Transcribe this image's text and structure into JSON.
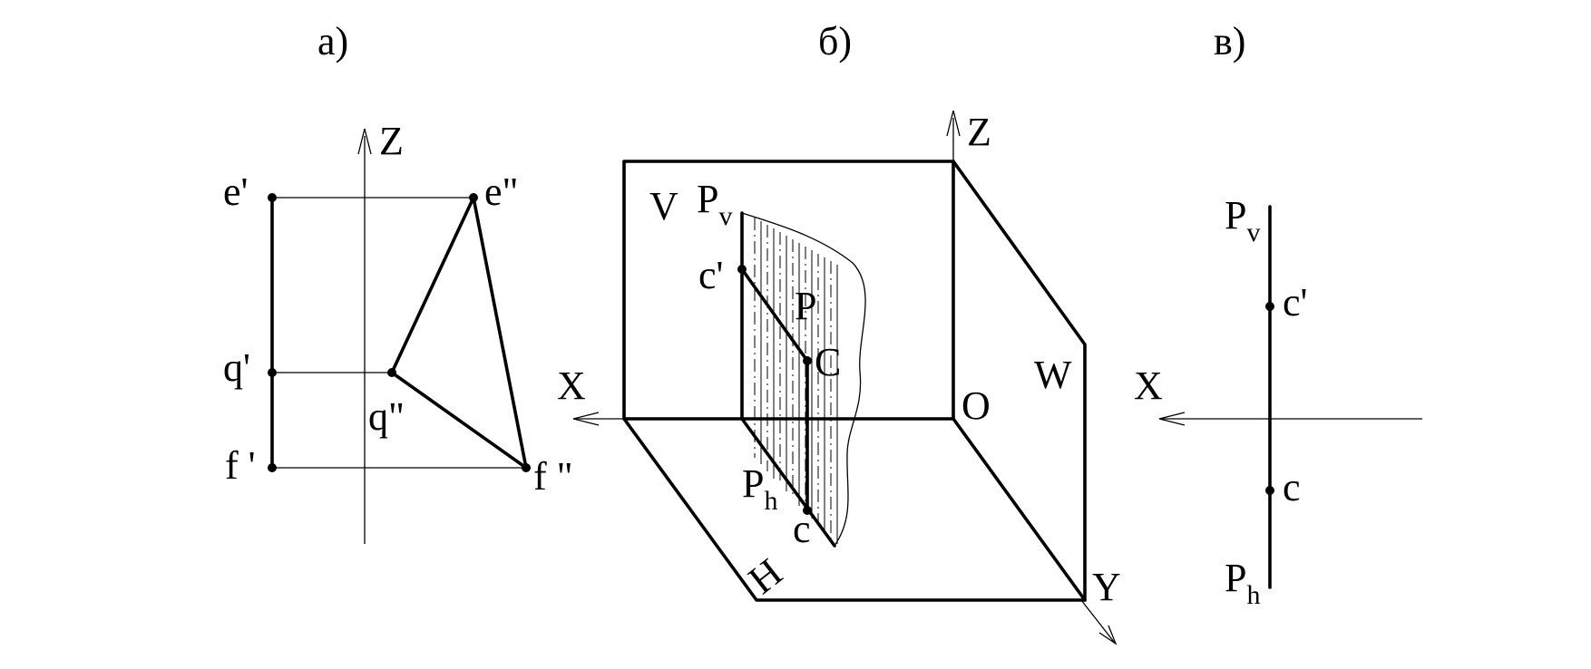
{
  "panels": {
    "a": {
      "caption": "а)",
      "axis_z": "Z",
      "pt_e1": "e'",
      "pt_e2": "e\"",
      "pt_q1": "q'",
      "pt_q2": "q\"",
      "pt_f1": "f '",
      "pt_f2": "f \""
    },
    "b": {
      "caption": "б)",
      "axis_z": "Z",
      "axis_x": "X",
      "axis_y": "Y",
      "origin": "O",
      "plane_v": "V",
      "plane_w": "W",
      "plane_h": "H",
      "plane_p": "P",
      "trace_pv": "P",
      "trace_pv_sub": "v",
      "trace_ph": "P",
      "trace_ph_sub": "h",
      "pt_c1": "c'",
      "pt_c_big": "C",
      "pt_c": "c"
    },
    "c": {
      "caption": "в)",
      "axis_x": "X",
      "trace_pv": "P",
      "trace_pv_sub": "v",
      "trace_ph": "P",
      "trace_ph_sub": "h",
      "pt_c1": "c'",
      "pt_c": "c"
    }
  },
  "colors": {
    "ink": "#000000",
    "paper": "#ffffff"
  }
}
